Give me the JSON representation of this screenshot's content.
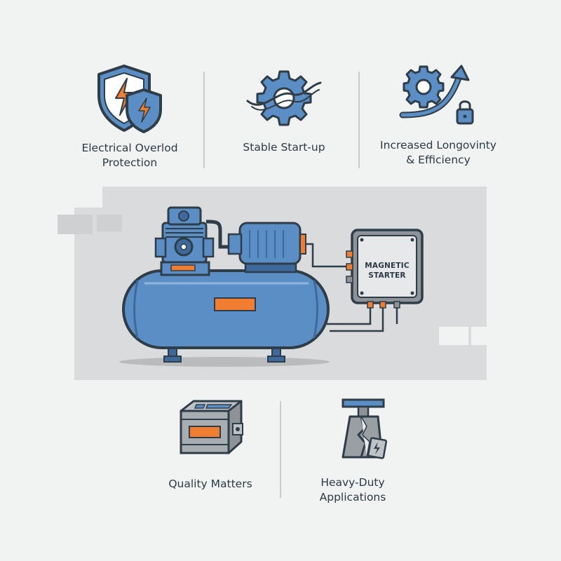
{
  "features_top": [
    {
      "name": "shield",
      "label_lines": [
        "Electrical Overlod",
        "Protection"
      ]
    },
    {
      "name": "gear",
      "label_lines": [
        "Stable Start-up"
      ]
    },
    {
      "name": "growth",
      "label_lines": [
        "Increased Longovinty",
        "& Efficiency"
      ]
    }
  ],
  "features_bottom": [
    {
      "name": "module",
      "label_lines": [
        "Quality Matters"
      ]
    },
    {
      "name": "press",
      "label_lines": [
        "Heavy-Duty",
        "Applications"
      ]
    }
  ],
  "starter": {
    "line1": "MAGNETIC",
    "line2": "STARTER"
  },
  "colors": {
    "blue": "#5b8ec4",
    "blue_dark": "#3d6a9b",
    "outline": "#2f3d48",
    "orange": "#f07d32",
    "gray_panel": "#dadbdc"
  }
}
